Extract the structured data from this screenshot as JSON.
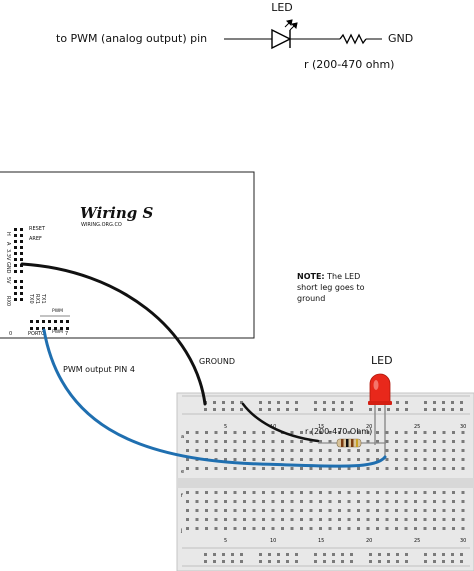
{
  "schematic": {
    "led_label": "LED",
    "pwm_pin_label": "to PWM (analog output) pin",
    "gnd_label": "GND",
    "resistor_label": "r (200-470 ohm)"
  },
  "board": {
    "brand": "Wiring S",
    "url": "WIRING.ORG.CO",
    "reset_label": "RESET",
    "aref_label": "AREF",
    "pin_labels": [
      "3.3V",
      "GND",
      "5V",
      "RX0",
      "TX0",
      "RX1",
      "TX1"
    ],
    "partial_labels": [
      "A",
      "H"
    ],
    "pwm_label": "PWM",
    "port_label": "PORT0",
    "port_start": "0",
    "port_end": "7"
  },
  "annotations": {
    "note_bold": "NOTE:",
    "note_line1": " The LED",
    "note_line2": "short leg goes to",
    "note_line3": "ground",
    "ground_label": "GROUND",
    "pwm_pin4_label": "PWM output PIN 4",
    "led_label": "LED",
    "resistor_label": "r (200-470 Ohm)"
  },
  "breadboard": {
    "column_marks": [
      "5",
      "10",
      "15",
      "20",
      "25",
      "30"
    ],
    "row_marks": [
      "a",
      "e",
      "f",
      "j"
    ]
  },
  "colors": {
    "ground_wire": "#111111",
    "pwm_wire": "#1f6fb0",
    "led_body": "#e8281b",
    "resistor_body": "#d8c39a"
  }
}
